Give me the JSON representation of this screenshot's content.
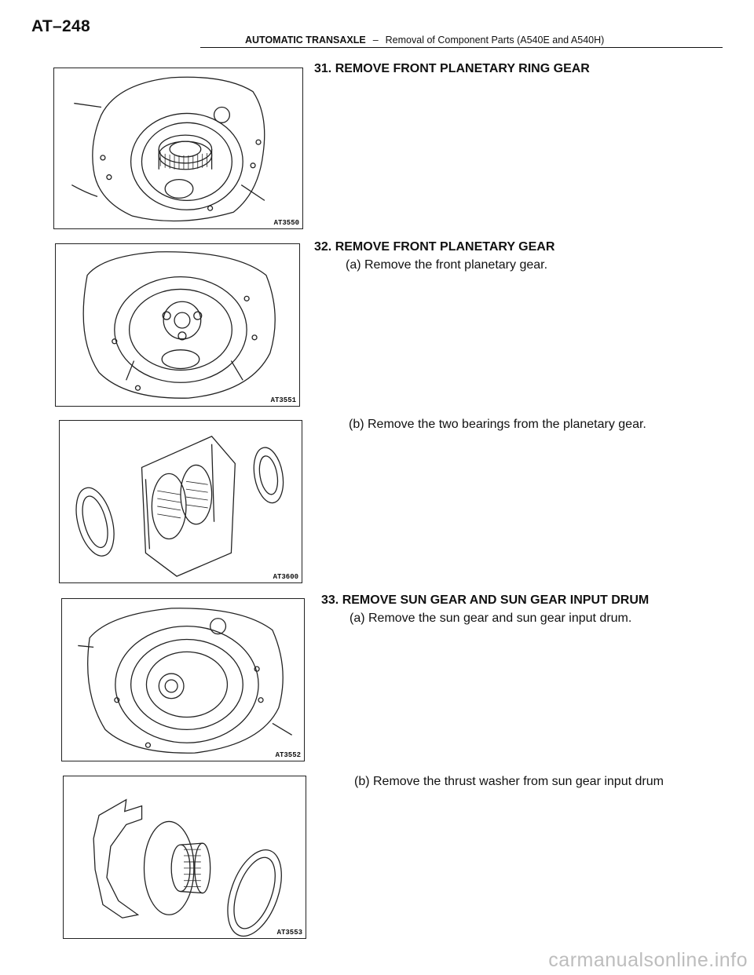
{
  "header": {
    "page_number": "AT–248",
    "section": "AUTOMATIC TRANSAXLE",
    "separator": "–",
    "subsection": "Removal of Component Parts (A540E and A540H)"
  },
  "steps": [
    {
      "title": "31. REMOVE FRONT PLANETARY RING GEAR",
      "figure_code": "AT3550"
    },
    {
      "title": "32. REMOVE FRONT PLANETARY GEAR",
      "sub_a": "(a) Remove the front planetary gear.",
      "figure_a_code": "AT3551",
      "sub_b": "(b) Remove the two bearings from the planetary gear.",
      "figure_b_code": "AT3600"
    },
    {
      "title": "33. REMOVE SUN GEAR AND SUN GEAR INPUT DRUM",
      "sub_a": "(a) Remove the sun gear and sun gear input drum.",
      "figure_a_code": "AT3552",
      "sub_b": "(b) Remove the thrust washer from sun gear input drum",
      "figure_b_code": "AT3553"
    }
  ],
  "watermark": "carmanualsonline.info"
}
